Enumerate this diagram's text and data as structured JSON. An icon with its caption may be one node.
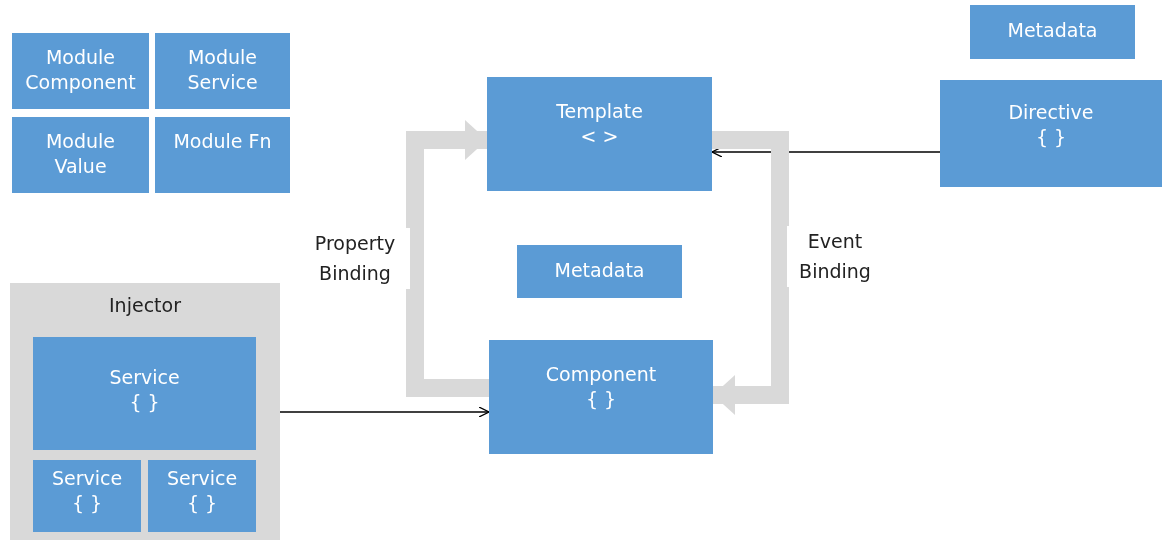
{
  "diagram": {
    "nodes": [
      {
        "text": [
          "Module Component"
        ]
      },
      {
        "text": [
          "Module Service"
        ]
      },
      {
        "text": [
          "Module Value"
        ]
      },
      {
        "text": [
          "Module Fn"
        ]
      },
      {
        "text": [
          "Metadata"
        ]
      },
      {
        "text": [
          "Template",
          "< >"
        ]
      },
      {
        "text": [
          "Directive",
          "{ }"
        ]
      },
      {
        "text": [
          "Metadata"
        ]
      },
      {
        "text": [
          "Injector"
        ]
      },
      {
        "text": [
          "Service",
          "{ }"
        ],
        "in": 8
      },
      {
        "text": [
          "Service",
          "{ }"
        ],
        "in": 8
      },
      {
        "text": [
          "Service",
          "{ }"
        ],
        "in": 8
      },
      {
        "text": [
          "Component",
          "{ }"
        ]
      }
    ],
    "edges": [
      {
        "from": 6,
        "to": 5,
        "arrow": "to"
      },
      {
        "from": 12,
        "to": 5,
        "arrow": "to",
        "label": "Property Binding",
        "style": "thick",
        "color": "#d9d9d9"
      },
      {
        "from": 5,
        "to": 12,
        "arrow": "to",
        "label": "Event Binding",
        "style": "thick",
        "color": "#d9d9d9"
      },
      {
        "from": 9,
        "to": 12,
        "arrow": "to"
      }
    ]
  }
}
